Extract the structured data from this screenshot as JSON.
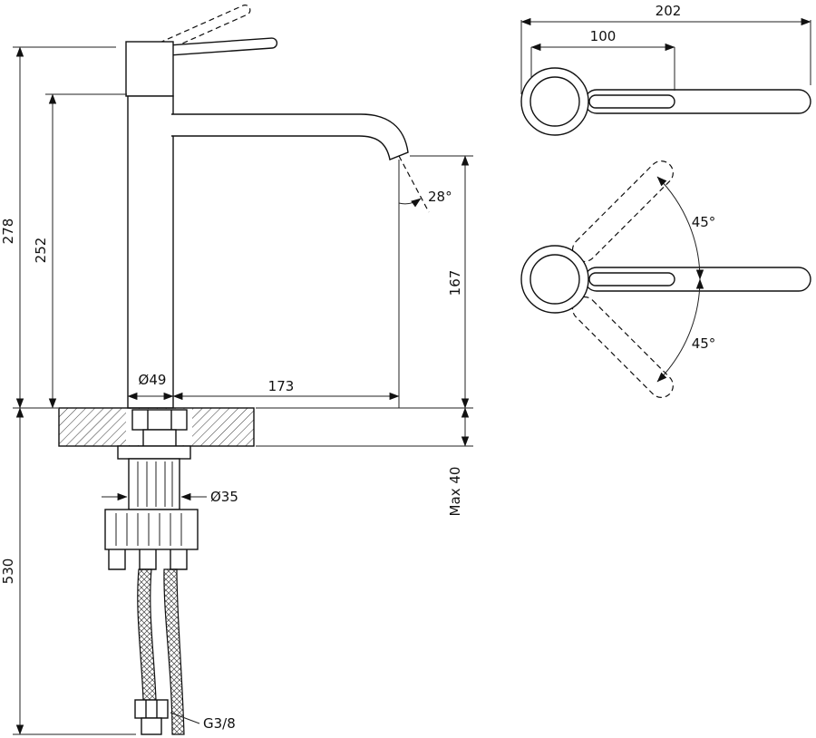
{
  "drawing": {
    "side_view": {
      "overall_height": "278",
      "spout_top_height": "252",
      "below_deck_length": "530",
      "base_diameter": "Ø49",
      "spout_reach": "173",
      "spout_angle": "28°",
      "outlet_height": "167",
      "max_deck_thickness": "Max 40",
      "shank_diameter": "Ø35",
      "connection_thread": "G3/8"
    },
    "plan_view": {
      "overall_length": "202",
      "handle_length": "100",
      "swing_up_angle": "45°",
      "swing_down_angle": "45°"
    }
  }
}
